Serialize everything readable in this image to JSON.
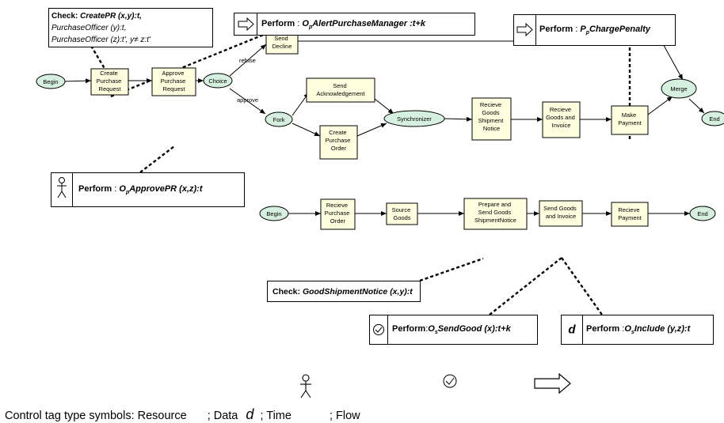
{
  "process_top": {
    "nodes": {
      "begin": "Begin",
      "create_pr": [
        "Create",
        "Purchase",
        "Request"
      ],
      "approve_pr": [
        "Approve",
        "Purchase",
        "Request"
      ],
      "choice": "Choice",
      "send_decline": [
        "Send",
        "Decline"
      ],
      "fork": "Fork",
      "send_ack": [
        "Send",
        "Acknowledgement"
      ],
      "create_po": [
        "Create",
        "Purchase",
        "Order"
      ],
      "synchronizer": "Synchronizer",
      "receive_shipment_notice": [
        "Recieve",
        "Goods",
        "Shipment",
        "Notice"
      ],
      "receive_goods_invoice": [
        "Recieve",
        "Goods and",
        "Invoice"
      ],
      "make_payment": [
        "Make",
        "Payment"
      ],
      "merge": "Merge",
      "end": "End"
    },
    "edge_labels": {
      "refuse": "refuse",
      "approve": "approve"
    }
  },
  "process_bottom": {
    "nodes": {
      "begin": "Begin",
      "receive_po": [
        "Recieve",
        "Purchase",
        "Order"
      ],
      "source_goods": [
        "Source",
        "Goods"
      ],
      "prepare_send": [
        "Prepare and",
        "Send Goods",
        "ShipmentNotice"
      ],
      "send_goods_invoice": [
        "Send Goods",
        "and Invoice"
      ],
      "receive_payment": [
        "Recieve",
        "Payment"
      ],
      "end": "End"
    }
  },
  "tags": {
    "check_create_pr": {
      "keyword": "Check:",
      "line1": "CreatePR (x,y):t,",
      "line2": "PurchaseOfficer (y):t,",
      "line3": "PurchaseOfficer (z):t', y≠ z:t'"
    },
    "alert_manager": {
      "keyword": "Perform",
      "sep": ":",
      "op": "O",
      "sub": "p",
      "rest": "AlertPurchaseManager :t+k",
      "symbol": "flow-arrow-icon"
    },
    "charge_penalty": {
      "keyword": "Perform",
      "sep": ":",
      "op": "P",
      "sub": "p",
      "rest": "ChargePenalty",
      "symbol": "flow-arrow-icon"
    },
    "approve_pr": {
      "keyword": "Perform",
      "sep": ":",
      "op": "O",
      "sub": "p",
      "rest": "ApprovePR (x,z):t",
      "symbol": "resource-person-icon"
    },
    "good_shipment": {
      "keyword": "Check:",
      "rest": "GoodShipmentNotice (x,y):t"
    },
    "send_good": {
      "keyword": "Perform",
      "sep": ":",
      "op": "O",
      "sub": "s",
      "rest": "SendGood (x):t+k",
      "symbol": "clock-icon"
    },
    "include": {
      "keyword": "Perform",
      "sep": ":",
      "op": "O",
      "sub": "s",
      "rest": "Include (y,z):t",
      "symbol": "data-d",
      "symbol_text": "d"
    }
  },
  "legend": {
    "prefix": "Control tag type symbols: Resource",
    "data": "; Data",
    "data_symbol": "d",
    "time": "; Time",
    "flow": "; Flow"
  },
  "colors": {
    "activity_fill": "#ffffe0",
    "event_fill": "#d6f0e0",
    "line": "#000000"
  }
}
